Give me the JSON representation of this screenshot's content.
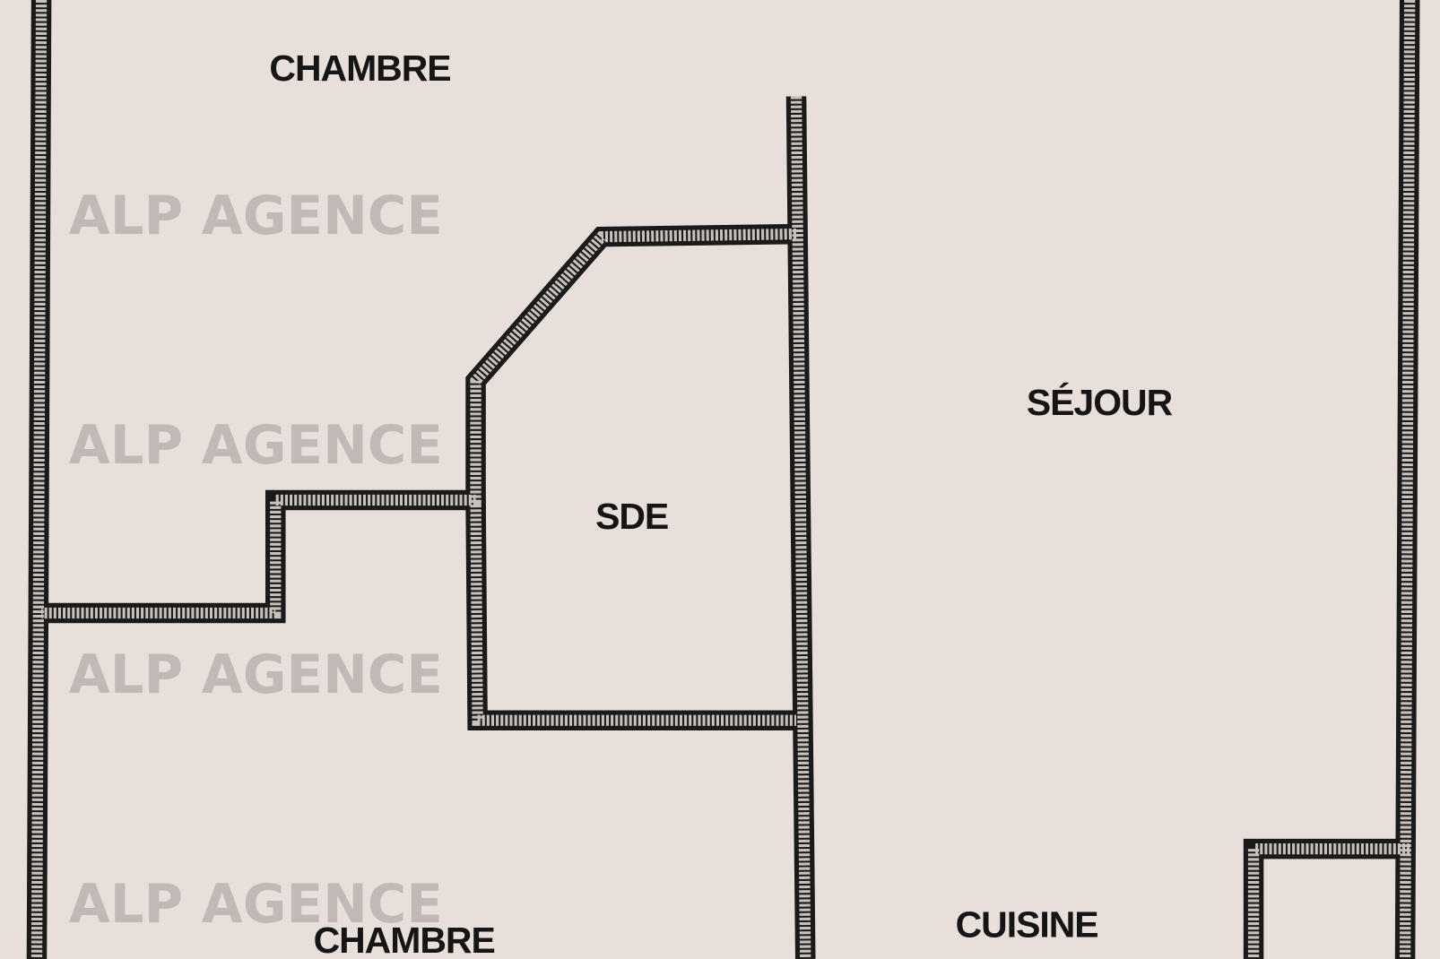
{
  "rooms": {
    "chambre_top": "CHAMBRE",
    "sejour": "SÉJOUR",
    "sde": "SDE",
    "chambre_bottom": "CHAMBRE",
    "cuisine": "CUISINE"
  },
  "watermark": "ALP AGENCE",
  "colors": {
    "background": "#e9dfda",
    "wall": "#1a1a1a",
    "hatch": "#c8c0bb",
    "watermark": "#b9b3b0"
  }
}
